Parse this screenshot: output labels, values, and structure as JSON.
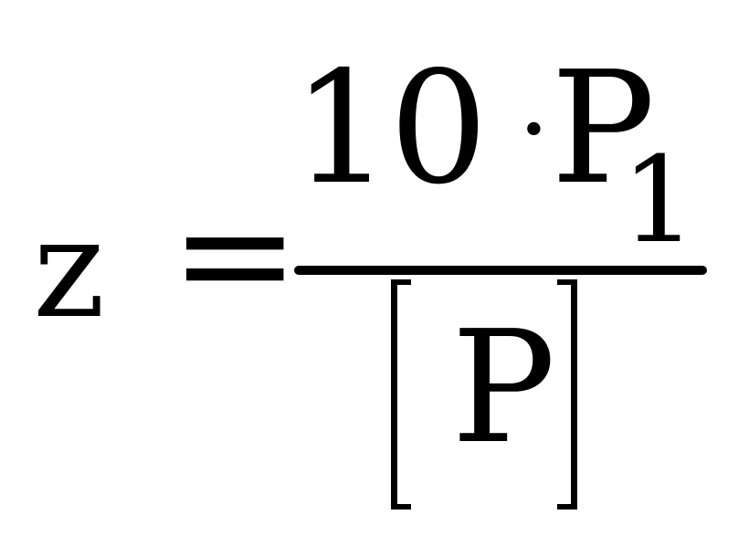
{
  "formula": {
    "lhs_variable": "z",
    "equals_sign": "=",
    "numerator": {
      "coefficient": "10",
      "operator": "·",
      "variable": "P",
      "subscript": "1"
    },
    "denominator": {
      "variable": "P"
    }
  },
  "colors": {
    "background": "#ffffff",
    "ink": "#000000"
  }
}
